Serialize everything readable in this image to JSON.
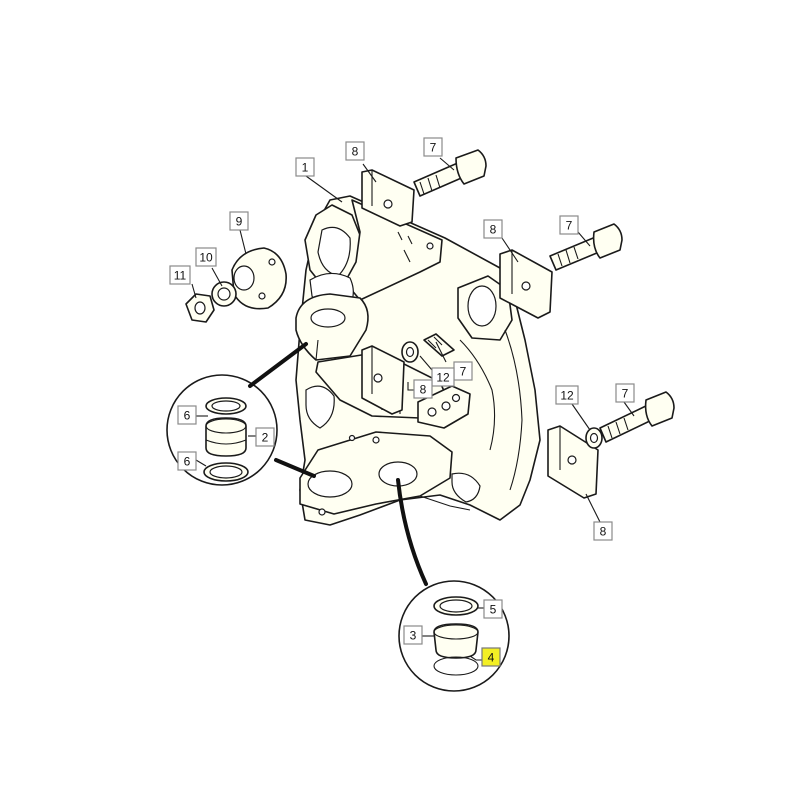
{
  "diagram": {
    "highlight_color": "#f3ef24",
    "callouts": [
      {
        "id": "c1",
        "label": "1"
      },
      {
        "id": "c8a",
        "label": "8"
      },
      {
        "id": "c7a",
        "label": "7"
      },
      {
        "id": "c8b",
        "label": "8"
      },
      {
        "id": "c7b",
        "label": "7"
      },
      {
        "id": "c9",
        "label": "9"
      },
      {
        "id": "c10",
        "label": "10"
      },
      {
        "id": "c11",
        "label": "11"
      },
      {
        "id": "c7c",
        "label": "7"
      },
      {
        "id": "c12a",
        "label": "12"
      },
      {
        "id": "c8c",
        "label": "8"
      },
      {
        "id": "c12b",
        "label": "12"
      },
      {
        "id": "c7d",
        "label": "7"
      },
      {
        "id": "c8d",
        "label": "8"
      },
      {
        "id": "c6a",
        "label": "6"
      },
      {
        "id": "c2",
        "label": "2"
      },
      {
        "id": "c6b",
        "label": "6"
      },
      {
        "id": "c5",
        "label": "5"
      },
      {
        "id": "c3",
        "label": "3"
      },
      {
        "id": "c4",
        "label": "4",
        "highlighted": true
      }
    ]
  }
}
